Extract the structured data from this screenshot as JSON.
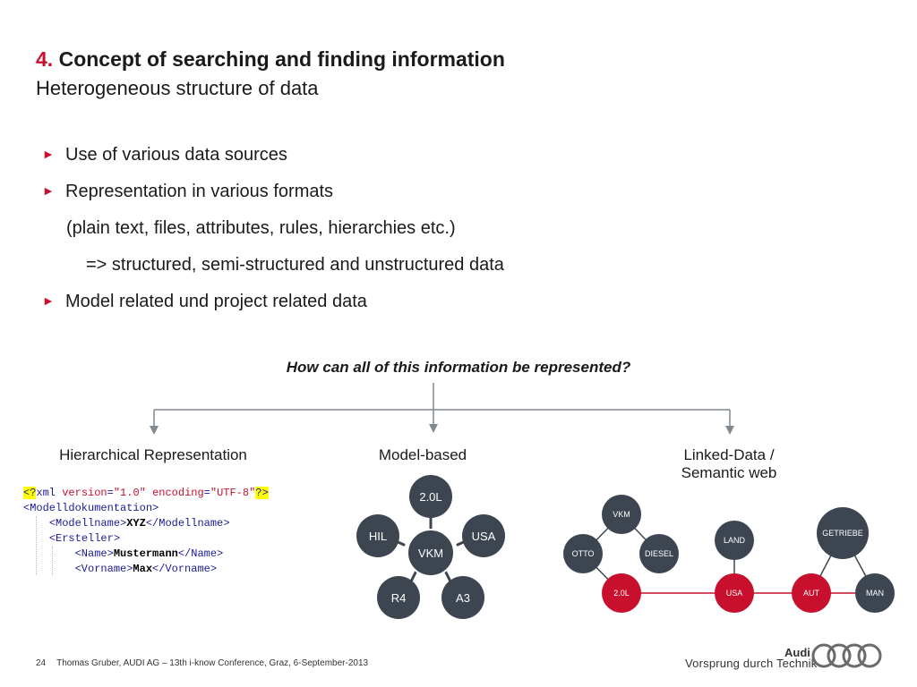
{
  "slide": {
    "title_number": "4.",
    "title_text": "Concept of searching and finding information",
    "subtitle": "Heterogeneous structure of data"
  },
  "bullets": [
    {
      "text": "Use of various data sources"
    },
    {
      "text": "Representation in various formats"
    },
    {
      "text": "(plain text, files, attributes, rules, hierarchies etc.)"
    },
    {
      "text": "=> structured, semi-structured and unstructured data"
    },
    {
      "text": "Model related und project related data"
    }
  ],
  "bullet_marker": "►",
  "question": "How can all of this information be represented?",
  "categories": [
    {
      "label": "Hierarchical Representation"
    },
    {
      "label": "Model-based"
    },
    {
      "label_line1": "Linked-Data /",
      "label_line2": "Semantic web"
    }
  ],
  "xml": {
    "decl_open": "<?",
    "decl_xml": "xml",
    "version_attr": "version",
    "version_val": "\"1.0\"",
    "encoding_attr": "encoding",
    "encoding_val": "\"UTF-8\"",
    "decl_close": "?>",
    "root_tag": "<Modelldokumentation>",
    "modellname_open": "<Modellname>",
    "modellname_value": "XYZ",
    "modellname_close": "</Modellname>",
    "ersteller_tag": "<Ersteller>",
    "name_open": "<Name>",
    "name_value": "Mustermann",
    "name_close": "</Name>",
    "vorname_open": "<Vorname>",
    "vorname_value": "Max",
    "vorname_close": "</Vorname>"
  },
  "model_diagram": {
    "center": "VKM",
    "nodes": [
      "2.0L",
      "USA",
      "A3",
      "R4",
      "HIL"
    ]
  },
  "linked_diagram": {
    "nodes": [
      "VKM",
      "OTTO",
      "DIESEL",
      "2.0L",
      "LAND",
      "USA",
      "GETRIEBE",
      "AUT",
      "MAN"
    ]
  },
  "footer": {
    "page_number": "24",
    "text": "Thomas Gruber, AUDI AG – 13th i-know Conference, Graz, 6-September-2013"
  },
  "brand": {
    "name": "Audi",
    "slogan": "Vorsprung durch Technik"
  },
  "colors": {
    "accent_red": "#c8102e",
    "node_dark": "#3d4550",
    "connector_gray": "#808890"
  }
}
